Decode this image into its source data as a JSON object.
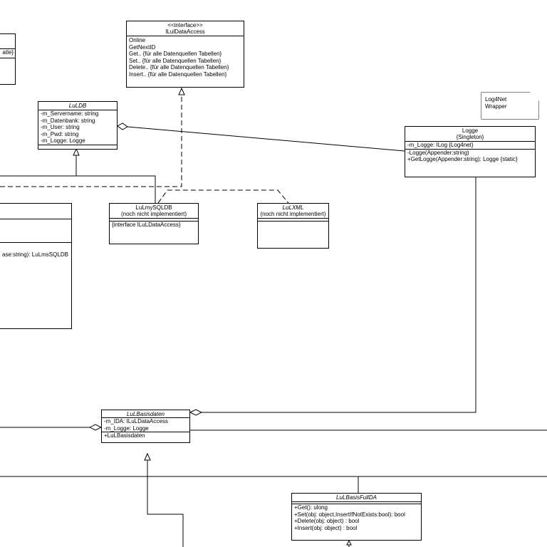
{
  "interface_box": {
    "stereotype": "<<interface>>",
    "name": "ILulDataAccess",
    "operations": [
      "Online",
      "GetNextID",
      "Get.. {für alle Datenquellen Tabellen}",
      "Set.. {für alle Datenquellen Tabellen}",
      "Delete.. {für alle Datenquellen Tabellen}",
      "Insert.. {für alle Datenquellen Tabellen}"
    ]
  },
  "partial_topleft_box": {
    "fragment": "atle}"
  },
  "luldb_box": {
    "name": "LuLDB",
    "attributes": [
      "-m_Servername: string",
      "-m_Datenbank: string",
      "-m_User: string",
      "-m_Pwd: string",
      "-m_Logge: Logge"
    ]
  },
  "note": {
    "lines": [
      "Log4Net",
      "Wrapper"
    ]
  },
  "logge_box": {
    "name": "Logge",
    "subtitle": "{Singleton}",
    "attributes": [
      "-m_Logge: ILog {Log4net}"
    ],
    "operations": [
      "-Logge(Appender:string)",
      "+GetLogge(Appender:string): Logge {static}"
    ]
  },
  "lulmssqldb_box": {
    "fragment": "ase:string): LuLmsSQLDB"
  },
  "lulmysqldb_box": {
    "name": "LuLmySQLDB",
    "subtitle": "(noch nicht implementiert)",
    "operations": [
      "{interface ILuLDataAccess}"
    ]
  },
  "lulxml_box": {
    "name": "LuLXML",
    "subtitle": "(noch nicht implementiert)"
  },
  "lulbasisdaten_box": {
    "name": "LuLBasisdaten",
    "attributes": [
      "-m_IDA: ILuLDataAccess",
      "-m_Logge: Logge"
    ],
    "operations": [
      "+LuLBasisdaten"
    ]
  },
  "lulbasisfullda_box": {
    "name": "LuLBasisFullDA",
    "operations": [
      "+Get(): ulong",
      "+Set(obj: object,InsertIfNotExists:bool): bool",
      "+Delete(obj: object) : bool",
      "+Insert(obj: object) : bool"
    ]
  }
}
